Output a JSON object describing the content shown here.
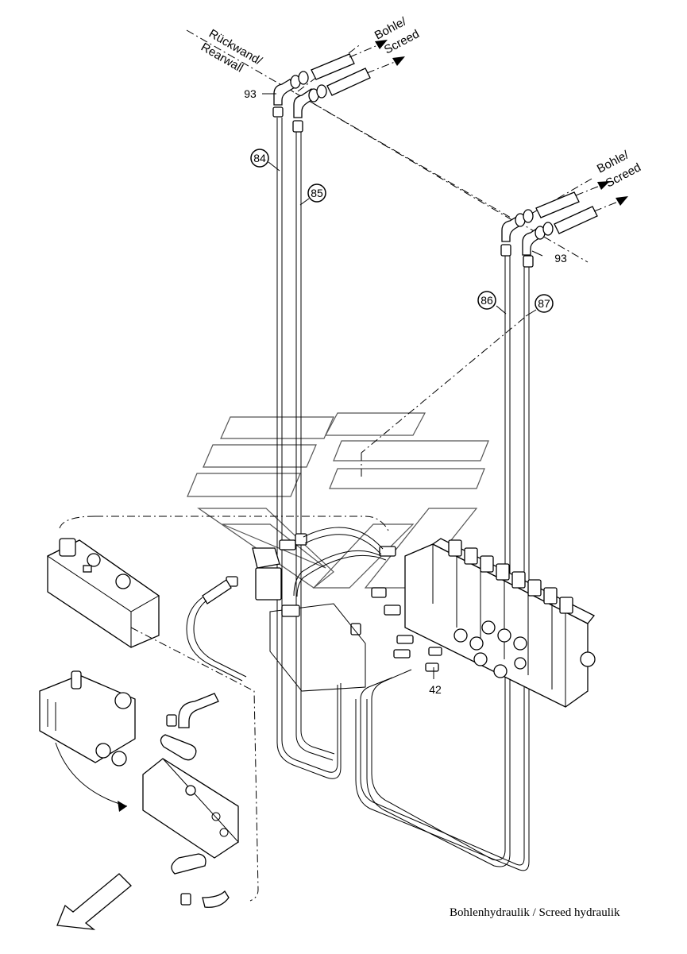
{
  "labels": {
    "rear_wall": "Rückwand/\nRearwall",
    "rear_wall_line1": "Rückwand/",
    "rear_wall_line2": "Rearwall",
    "screed_top_line1": "Bohle/",
    "screed_top_line2": "Screed",
    "screed_right_line1": "Bohle/",
    "screed_right_line2": "Screed"
  },
  "callouts": {
    "c93_top": "93",
    "c84": "84",
    "c85": "85",
    "c93_right": "93",
    "c86": "86",
    "c87": "87",
    "c42": "42"
  },
  "caption": "Bohlenhydraulik / Screed hydraulik"
}
